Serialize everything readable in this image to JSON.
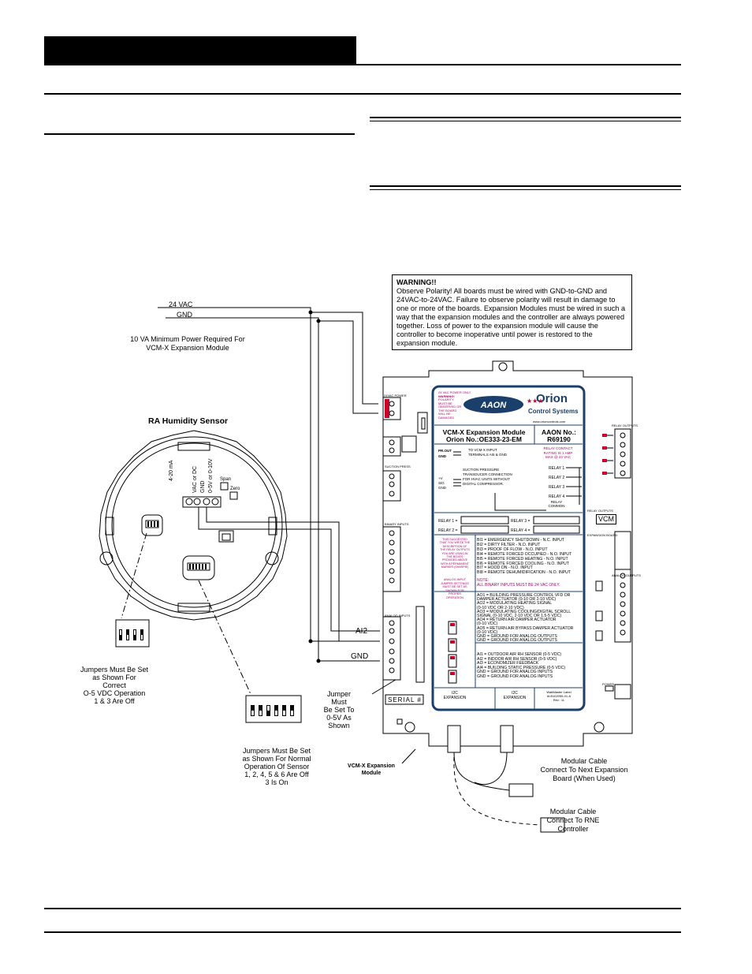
{
  "page": {
    "header_bar": "",
    "colors": {
      "ink": "#000000",
      "board_border": "#1b3f6b",
      "aaon_blue": "#1b3f6b",
      "magenta_notes": "#b0006a"
    }
  },
  "warning": {
    "title": "WARNING!!",
    "body": "Observe Polarity! All boards must be wired with GND-to-GND and 24VAC-to-24VAC. Failure to observe polarity will result in damage to one or more of the boards. Expansion Modules must be wired in such a way that the expansion modules and the controller are always powered together. Loss of power to the expansion module will cause the controller to become inoperative until power is restored to the expansion module."
  },
  "power": {
    "vac_label": "24 VAC",
    "gnd_label": "GND",
    "note_line1": "10 VA Minimum Power Required For",
    "note_line2": "VCM-X Expansion Module"
  },
  "sensor": {
    "title": "RA Humidity Sensor",
    "terminals": [
      "4-20 mA",
      "VAC or DC",
      "GND",
      "0-5V or 0-10V"
    ],
    "span": "Span",
    "zero": "Zero",
    "note_left": [
      "Jumpers Must Be Set",
      "as Shown For",
      "Correct",
      "O-5 VDC Operation",
      "1 & 3 Are Off"
    ],
    "note_bottom": [
      "Jumpers Must Be Set",
      "as Shown For Normal",
      "Operation Of Sensor",
      "1, 2, 4, 5 & 6 Are Off",
      "3 Is On"
    ]
  },
  "wiring": {
    "ai2_label": "AI2",
    "gnd_label": "GND",
    "jumper_note": [
      "Jumper",
      "Must",
      "Be Set To",
      "0-5V As",
      "Shown"
    ],
    "module_caption": [
      "VCM-X Expansion",
      "Module"
    ],
    "cable_next": [
      "Modular Cable",
      "Connect To Next Expansion",
      "Board (When Used)"
    ],
    "cable_rne": [
      "Modular Cable",
      "Connect To RNE",
      "Controller"
    ]
  },
  "board": {
    "brand": "AAON",
    "orion_word": "Orion",
    "orion_sub": "Control Systems",
    "website": "www.orioncontrols.com",
    "power_warning": [
      "24 VAC POWER ONLY",
      "WARNING!",
      "POLARITY",
      "MUST BE",
      "OBSERVED OR",
      "THE BOARD",
      "WILL BE",
      "DAMAGED"
    ],
    "title_line1": "VCM-X Expansion Module",
    "title_line2": "Orion No.:OE333-23-EM",
    "aaon_no_label": "AAON No.:",
    "aaon_no": "R69190",
    "prout": "PR.OUT",
    "gnd": "GND",
    "prout_desc": [
      "TO VCM-X INPUT",
      "TERMINALS AI5 & GND"
    ],
    "suction": [
      "+V",
      "SIG",
      "GND"
    ],
    "suction_desc": [
      "SUCTION PRESSURE",
      "TRANSDUCER CONNECTION",
      "FOR HVAC UNITS WITHOUT",
      "DIGITAL COMPRESSOR."
    ],
    "relay_rating": [
      "RELAY CONTACT",
      "RATING IS 1 AMP",
      "MAX @ 24 VAC"
    ],
    "relays": [
      "RELAY 1",
      "RELAY 2",
      "RELAY 3",
      "RELAY 4"
    ],
    "relay_common": [
      "RELAY",
      "COMMON"
    ],
    "relay_fields": [
      "RELAY 1 =",
      "RELAY 2 =",
      "RELAY 3 =",
      "RELAY 4 ="
    ],
    "binary_note": [
      "THIS SUGGESTED",
      "THAT YOU WRITE THE",
      "DESCRIPTION OF",
      "THE RELAY OUTPUTS",
      "YOU ARE USING IN",
      "THE BOXES",
      "PROVIDED ABOVE",
      "WITH A PERMANENT",
      "MARKER (SHARPIE)"
    ],
    "binary_inputs": [
      "BI1 = EMERGENCY SHUTDOWN - N.C. INPUT",
      "BI2 = DIRTY FILTER - N.O. INPUT",
      "BI3 = PROOF OF FLOW - N.O. INPUT",
      "BI4 = REMOTE FORCED OCCUPIED - N.O. INPUT",
      "BI5 = REMOTE FORCED HEATING - N.O. INPUT",
      "BI6 = REMOTE FORCED COOLING - N.O. INPUT",
      "BI7 = HOOD ON - N.O. INPUT",
      "BI8 = REMOTE DEHUMIDIFICATION - N.O. INPUT"
    ],
    "bi_note": [
      "NOTE:",
      "ALL BINARY INPUTS MUST BE 24 VAC ONLY."
    ],
    "jumper_note": [
      "ANALOG INPUT",
      "JUMPER SETTINGS",
      "MUST BE SET AS",
      "SHOWN FOR",
      "PROPER",
      "OPERATION"
    ],
    "analog_outputs": [
      "AO1 = BUILDING PRESSURE CONTROL VFD OR",
      "DAMPER ACTUATOR (0-10 OR 2-10 VDC)",
      "AO2 = MODULATING HEATING SIGNAL",
      "(0-10 VDC OR 2-10 VDC)",
      "AO3 = MODULATING COOLING/DIGITAL SCROLL",
      "SIGNAL (0-10 VDC, 2-10 VDC OR 1.5-5 VDC)",
      "AO4 = RETURN AIR DAMPER ACTUATOR",
      "(0-10 VDC)",
      "AO5 = RETURN AIR BYPASS DAMPER ACTUATOR",
      "(0-10 VDC)",
      "GND = GROUND FOR ANALOG OUTPUTS",
      "GND = GROUND FOR ANALOG OUTPUTS"
    ],
    "analog_inputs": [
      "AI1 = OUTDOOR AIR RH SENSOR (0-5 VDC)",
      "AI2 = INDOOR AIR RH SENSOR (0-5 VDC)",
      "AI3 = ECONOMIZER FEEDBACK",
      "AI4 = BUILDING STATIC PRESSURE (0-5 VDC)",
      "GND = GROUND FOR ANALOG INPUTS",
      "GND = GROUND FOR ANALOG INPUTS"
    ],
    "i2c_1": [
      "I2C",
      "EXPANSION"
    ],
    "i2c_2": [
      "I2C",
      "EXPANSION"
    ],
    "label_box": [
      "WattMaster Label",
      "#LB102055-01-A",
      "Rev.: 1L"
    ],
    "vcm": "VCM",
    "serial": "SERIAL #",
    "side_headers": [
      "RELAY OUTPUTS",
      "24VAC POWER",
      "SUCTION PRESS",
      "BINARY INPUTS",
      "ANALOG INPUTS",
      "RELAY OUTPUTS",
      "EXPANSION BOARD",
      "ANALOG OUTPUTS",
      "POWER"
    ]
  }
}
